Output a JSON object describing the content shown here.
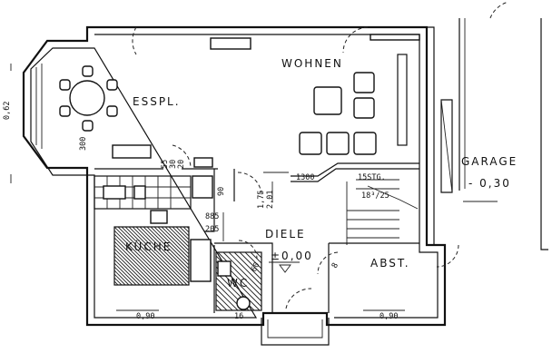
{
  "rooms": {
    "wohnen": "WOHNEN",
    "esspl": "ESSPL.",
    "kueche": "KÜCHE",
    "diele": "DIELE",
    "diele_level": "±0,00",
    "wc": "WC",
    "abst": "ABST.",
    "garage": "GARAGE",
    "garage_level": "- 0,30"
  },
  "dimensions": {
    "d_062": "0,62",
    "d_300": "300",
    "d_55": "55",
    "d_30": "30",
    "d_20": "20",
    "d_90": "90",
    "d_885": "885",
    "d_205": "205",
    "d_175": "1,75",
    "d_201": "2,01",
    "d_1300": "1300",
    "d_15stg": "15STG.",
    "d_18_25": "18³/25",
    "d_090_left": "0,90",
    "d_090_right": "0,90",
    "d_16": "16",
    "d_60": "60",
    "d_8": "8"
  }
}
